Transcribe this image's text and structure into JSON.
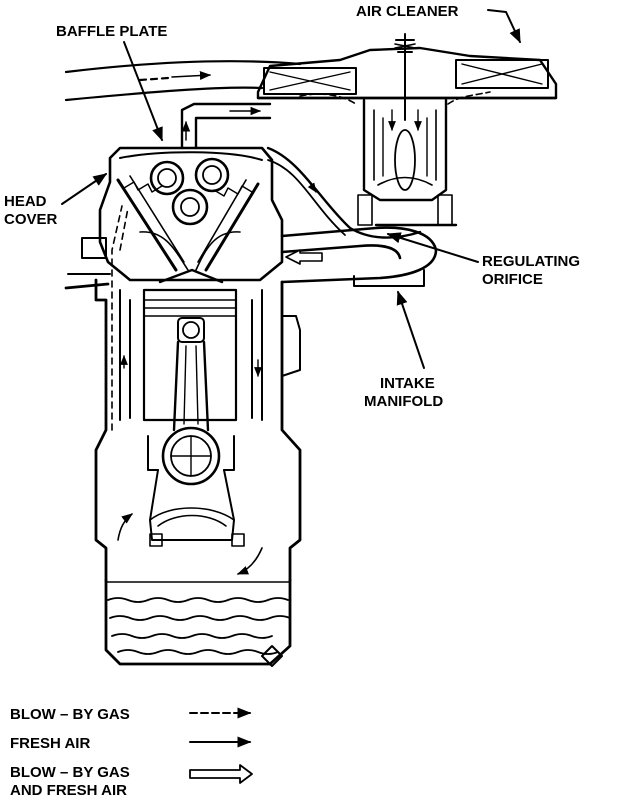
{
  "labels": {
    "baffle_plate": "BAFFLE PLATE",
    "air_cleaner": "AIR CLEANER",
    "head_cover_1": "HEAD",
    "head_cover_2": "COVER",
    "regulating_1": "REGULATING",
    "regulating_2": "ORIFICE",
    "intake_1": "INTAKE",
    "intake_2": "MANIFOLD"
  },
  "legend": {
    "blowby": "BLOW – BY GAS",
    "fresh": "FRESH AIR",
    "mixed_1": "BLOW – BY GAS",
    "mixed_2": "AND FRESH AIR"
  }
}
